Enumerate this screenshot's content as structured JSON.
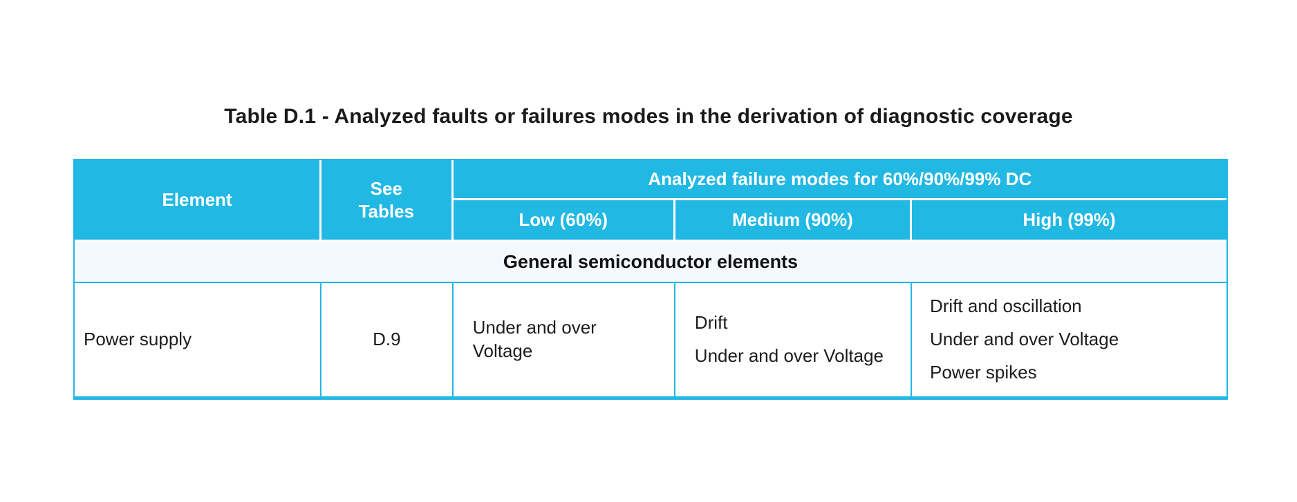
{
  "colors": {
    "accent": "#21b8e4",
    "section_bg": "#f4f9fd"
  },
  "title": "Table D.1 - Analyzed faults or failures modes in the derivation of diagnostic coverage",
  "table": {
    "header": {
      "element": "Element",
      "see_tables_line1": "See",
      "see_tables_line2": "Tables",
      "analyzed": "Analyzed failure modes for 60%/90%/99% DC",
      "low": "Low (60%)",
      "medium": "Medium (90%)",
      "high": "High (99%)"
    },
    "section": "General semiconductor elements",
    "rows": [
      {
        "element": "Power supply",
        "see_tables": "D.9",
        "low": [
          "Under and over Voltage"
        ],
        "medium": [
          "Drift",
          "Under and over Voltage"
        ],
        "high": [
          "Drift and oscillation",
          "Under and over Voltage",
          "Power spikes"
        ]
      }
    ]
  }
}
